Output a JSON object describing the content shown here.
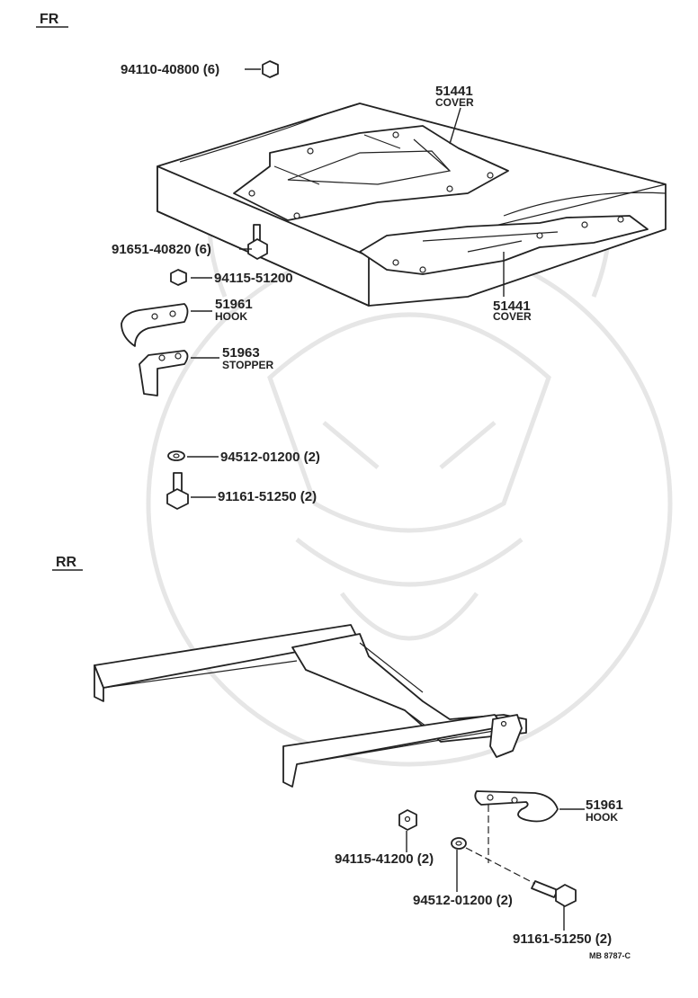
{
  "sections": {
    "front": "FR",
    "rear": "RR"
  },
  "front_labels": {
    "nut_top": "94110-40800 (6)",
    "cover_upper_number": "51441",
    "cover_upper_name": "COVER",
    "bolt": "91651-40820 (6)",
    "nut_small": "94115-51200",
    "cover_lower_number": "51441",
    "cover_lower_name": "COVER",
    "hook_number": "51961",
    "hook_name": "HOOK",
    "stopper_number": "51963",
    "stopper_name": "STOPPER",
    "washer": "94512-01200 (2)",
    "bolt_long": "91161-51250 (2)"
  },
  "rear_labels": {
    "hook_number": "51961",
    "hook_name": "HOOK",
    "nut": "94115-41200 (2)",
    "washer": "94512-01200 (2)",
    "bolt": "91161-51250 (2)"
  },
  "diagram_code": "MB 8787-C"
}
